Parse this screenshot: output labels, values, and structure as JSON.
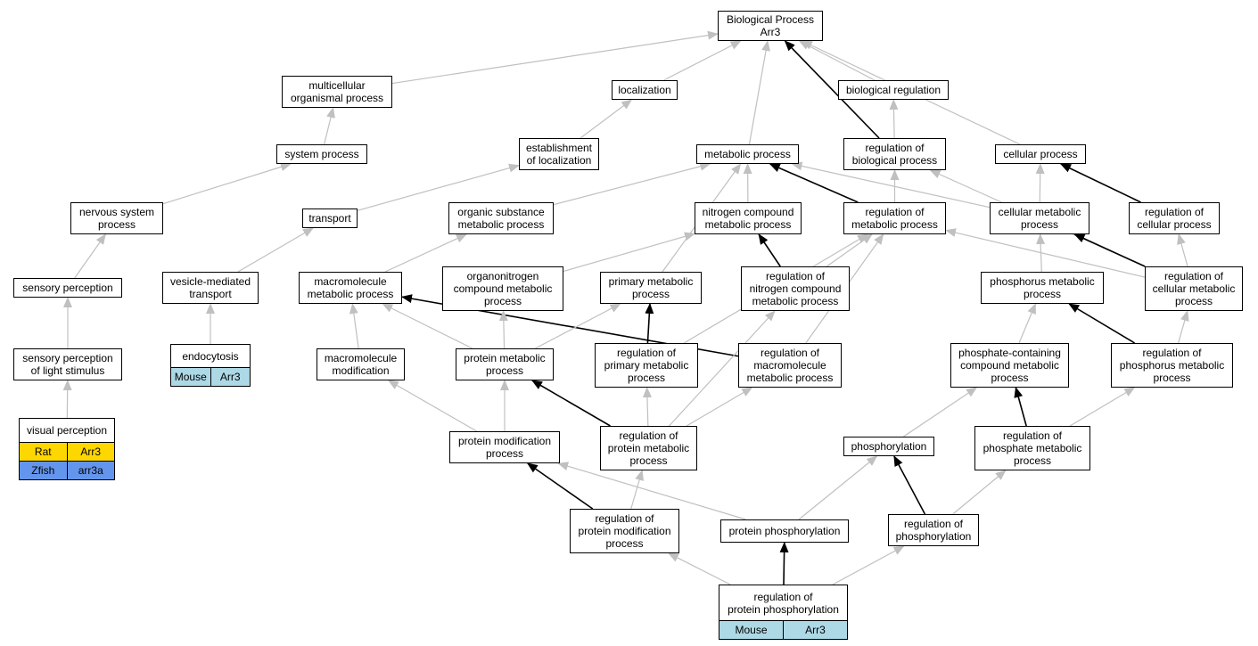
{
  "colors": {
    "edge_default": "#c0c0c0",
    "edge_regulation": "#000000",
    "mouse": "#add8e6",
    "rat": "#ffd700",
    "zfish": "#6495ed"
  },
  "nodes": [
    {
      "id": "bp",
      "label": [
        "Biological Process",
        "Arr3"
      ]
    },
    {
      "id": "mop",
      "label": [
        "multicellular",
        "organismal process"
      ]
    },
    {
      "id": "loc",
      "label": [
        "localization"
      ]
    },
    {
      "id": "breg",
      "label": [
        "biological regulation"
      ]
    },
    {
      "id": "sysp",
      "label": [
        "system process"
      ]
    },
    {
      "id": "eol",
      "label": [
        "establishment",
        "of localization"
      ]
    },
    {
      "id": "metp",
      "label": [
        "metabolic process"
      ]
    },
    {
      "id": "robp",
      "label": [
        "regulation of",
        "biological process"
      ]
    },
    {
      "id": "cellp",
      "label": [
        "cellular process"
      ]
    },
    {
      "id": "nsp",
      "label": [
        "nervous system",
        "process"
      ]
    },
    {
      "id": "trans",
      "label": [
        "transport"
      ]
    },
    {
      "id": "osmp",
      "label": [
        "organic substance",
        "metabolic process"
      ]
    },
    {
      "id": "ncmp",
      "label": [
        "nitrogen compound",
        "metabolic process"
      ]
    },
    {
      "id": "romp",
      "label": [
        "regulation of",
        "metabolic process"
      ]
    },
    {
      "id": "celmp",
      "label": [
        "cellular metabolic",
        "process"
      ]
    },
    {
      "id": "rocp",
      "label": [
        "regulation of",
        "cellular process"
      ]
    },
    {
      "id": "sp",
      "label": [
        "sensory perception"
      ]
    },
    {
      "id": "vmt",
      "label": [
        "vesicle-mediated",
        "transport"
      ]
    },
    {
      "id": "mmp",
      "label": [
        "macromolecule",
        "metabolic process"
      ]
    },
    {
      "id": "oncmp",
      "label": [
        "organonitrogen",
        "compound metabolic",
        "process"
      ]
    },
    {
      "id": "pmp",
      "label": [
        "primary metabolic",
        "process"
      ]
    },
    {
      "id": "rncmp",
      "label": [
        "regulation of",
        "nitrogen compound",
        "metabolic process"
      ]
    },
    {
      "id": "phmp",
      "label": [
        "phosphorus metabolic",
        "process"
      ]
    },
    {
      "id": "rcmp",
      "label": [
        "regulation of",
        "cellular metabolic",
        "process"
      ]
    },
    {
      "id": "spls",
      "label": [
        "sensory perception",
        "of light stimulus"
      ]
    },
    {
      "id": "endo",
      "label": [
        "endocytosis"
      ],
      "genes": [
        {
          "species": "Mouse",
          "gene": "Arr3",
          "color": "mouse"
        }
      ]
    },
    {
      "id": "mm",
      "label": [
        "macromolecule",
        "modification"
      ]
    },
    {
      "id": "prmp",
      "label": [
        "protein metabolic",
        "process"
      ]
    },
    {
      "id": "ropmp",
      "label": [
        "regulation of",
        "primary metabolic",
        "process"
      ]
    },
    {
      "id": "rommp",
      "label": [
        "regulation of",
        "macromolecule",
        "metabolic process"
      ]
    },
    {
      "id": "pccmp",
      "label": [
        "phosphate-containing",
        "compound metabolic",
        "process"
      ]
    },
    {
      "id": "rophmp",
      "label": [
        "regulation of",
        "phosphorus metabolic",
        "process"
      ]
    },
    {
      "id": "vp",
      "label": [
        "visual perception"
      ],
      "genes": [
        {
          "species": "Rat",
          "gene": "Arr3",
          "color": "rat"
        },
        {
          "species": "Zfish",
          "gene": "arr3a",
          "color": "zfish"
        }
      ]
    },
    {
      "id": "pmodp",
      "label": [
        "protein modification",
        "process"
      ]
    },
    {
      "id": "roprmp",
      "label": [
        "regulation of",
        "protein metabolic",
        "process"
      ]
    },
    {
      "id": "phos",
      "label": [
        "phosphorylation"
      ]
    },
    {
      "id": "rophosmp",
      "label": [
        "regulation of",
        "phosphate metabolic",
        "process"
      ]
    },
    {
      "id": "ropmodp",
      "label": [
        "regulation of",
        "protein modification",
        "process"
      ]
    },
    {
      "id": "pphos",
      "label": [
        "protein phosphorylation"
      ]
    },
    {
      "id": "rophos",
      "label": [
        "regulation of",
        "phosphorylation"
      ]
    },
    {
      "id": "roppp",
      "label": [
        "regulation of",
        "protein phosphorylation"
      ],
      "genes": [
        {
          "species": "Mouse",
          "gene": "Arr3",
          "color": "mouse"
        }
      ]
    }
  ],
  "edges": [
    [
      "mop",
      "bp",
      "d"
    ],
    [
      "loc",
      "bp",
      "d"
    ],
    [
      "metp",
      "bp",
      "d"
    ],
    [
      "robp",
      "bp",
      "r"
    ],
    [
      "breg",
      "bp",
      "d"
    ],
    [
      "cellp",
      "bp",
      "d"
    ],
    [
      "sysp",
      "mop",
      "d"
    ],
    [
      "eol",
      "loc",
      "d"
    ],
    [
      "robp",
      "breg",
      "d"
    ],
    [
      "nsp",
      "sysp",
      "d"
    ],
    [
      "trans",
      "eol",
      "d"
    ],
    [
      "osmp",
      "metp",
      "d"
    ],
    [
      "ncmp",
      "metp",
      "d"
    ],
    [
      "pmp",
      "metp",
      "d"
    ],
    [
      "romp",
      "metp",
      "r"
    ],
    [
      "celmp",
      "metp",
      "d"
    ],
    [
      "romp",
      "robp",
      "d"
    ],
    [
      "rcmp",
      "robp",
      "d"
    ],
    [
      "celmp",
      "cellp",
      "d"
    ],
    [
      "rocp",
      "cellp",
      "r"
    ],
    [
      "sp",
      "nsp",
      "d"
    ],
    [
      "vmt",
      "trans",
      "d"
    ],
    [
      "mmp",
      "osmp",
      "d"
    ],
    [
      "oncmp",
      "ncmp",
      "d"
    ],
    [
      "rncmp",
      "ncmp",
      "r"
    ],
    [
      "rncmp",
      "romp",
      "d"
    ],
    [
      "rcmp",
      "romp",
      "d"
    ],
    [
      "phmp",
      "celmp",
      "d"
    ],
    [
      "rcmp",
      "celmp",
      "r"
    ],
    [
      "rcmp",
      "rocp",
      "d"
    ],
    [
      "spls",
      "sp",
      "d"
    ],
    [
      "endo",
      "vmt",
      "d"
    ],
    [
      "mm",
      "mmp",
      "d"
    ],
    [
      "prmp",
      "mmp",
      "d"
    ],
    [
      "rommp",
      "mmp",
      "r"
    ],
    [
      "prmp",
      "oncmp",
      "d"
    ],
    [
      "prmp",
      "pmp",
      "d"
    ],
    [
      "ropmp",
      "pmp",
      "r"
    ],
    [
      "ropmp",
      "romp",
      "d"
    ],
    [
      "rommp",
      "romp",
      "d"
    ],
    [
      "rophmp",
      "rcmp",
      "d"
    ],
    [
      "pccmp",
      "phmp",
      "d"
    ],
    [
      "rophmp",
      "phmp",
      "r"
    ],
    [
      "vp",
      "spls",
      "d"
    ],
    [
      "pmodp",
      "mm",
      "d"
    ],
    [
      "pmodp",
      "prmp",
      "d"
    ],
    [
      "roprmp",
      "prmp",
      "r"
    ],
    [
      "roprmp",
      "ropmp",
      "d"
    ],
    [
      "roprmp",
      "rommp",
      "d"
    ],
    [
      "roprmp",
      "rncmp",
      "d"
    ],
    [
      "phos",
      "pccmp",
      "d"
    ],
    [
      "rophosmp",
      "pccmp",
      "r"
    ],
    [
      "rophosmp",
      "rophmp",
      "d"
    ],
    [
      "ropmodp",
      "pmodp",
      "r"
    ],
    [
      "ropmodp",
      "roprmp",
      "d"
    ],
    [
      "pphos",
      "pmodp",
      "d"
    ],
    [
      "pphos",
      "phos",
      "d"
    ],
    [
      "rophos",
      "phos",
      "r"
    ],
    [
      "rophos",
      "rophosmp",
      "d"
    ],
    [
      "roppp",
      "ropmodp",
      "d"
    ],
    [
      "roppp",
      "pphos",
      "r"
    ],
    [
      "roppp",
      "rophos",
      "d"
    ]
  ]
}
